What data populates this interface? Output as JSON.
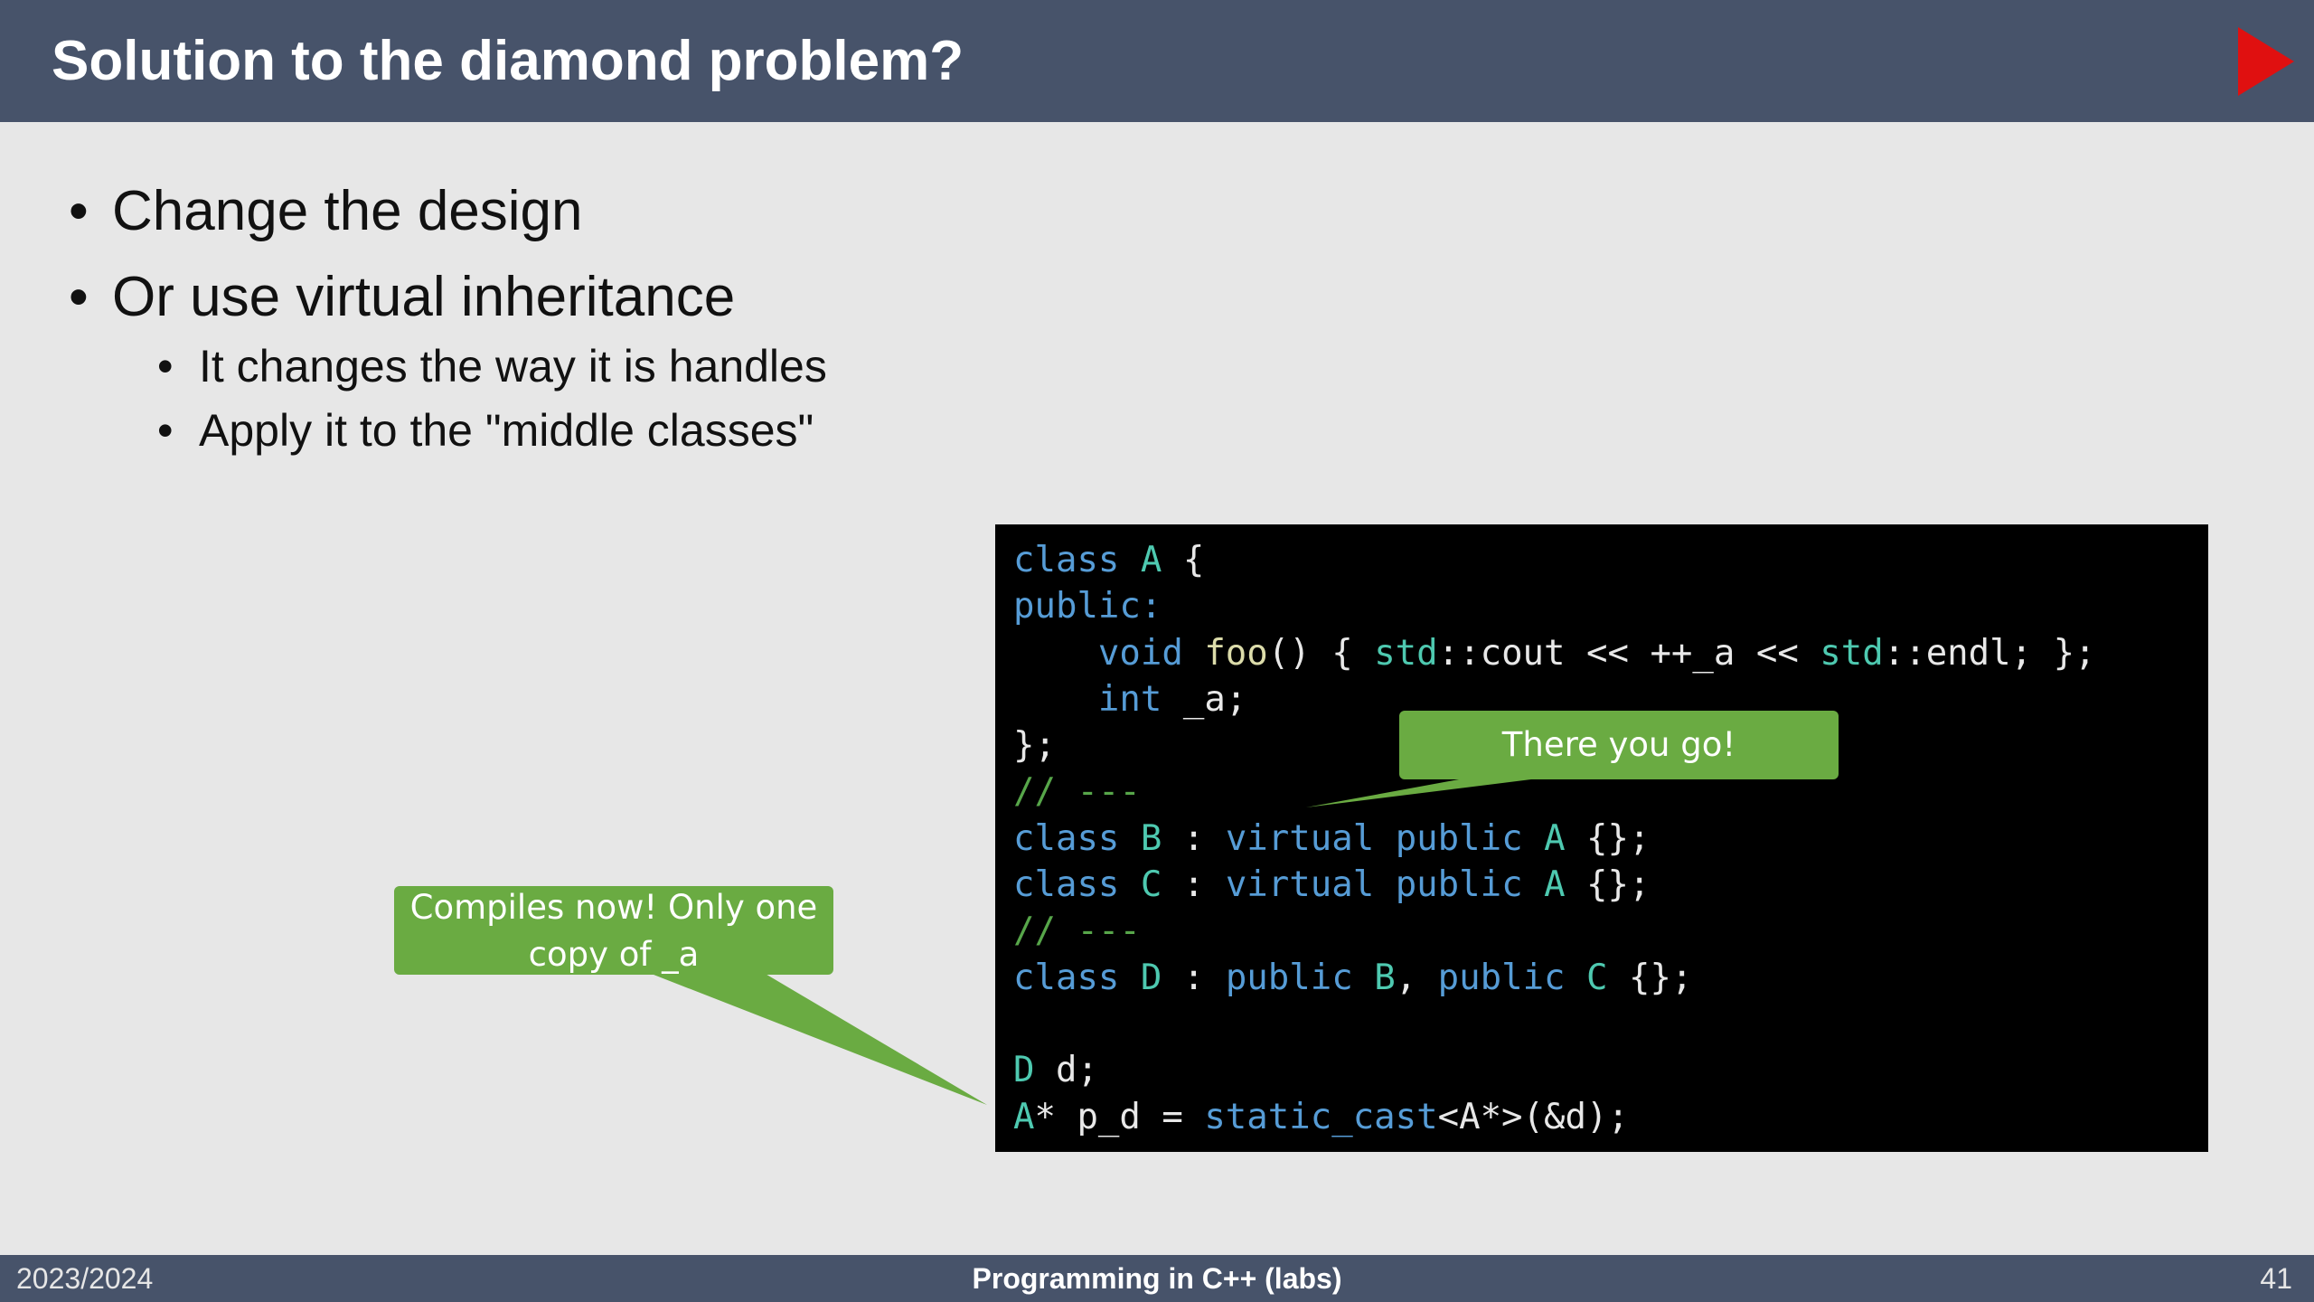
{
  "slide": {
    "title": "Solution to the diamond problem?",
    "bullets": [
      {
        "text": "Change the design"
      },
      {
        "text": "Or use virtual inheritance"
      }
    ],
    "sub_bullets": [
      {
        "text": "It changes the way it is handles"
      },
      {
        "text": "Apply it to the \"middle classes\""
      }
    ],
    "bullet_symbol": "•",
    "code_lines": [
      [
        {
          "t": "class",
          "c": "kw"
        },
        {
          "t": " ",
          "c": "tx"
        },
        {
          "t": "A",
          "c": "ty"
        },
        {
          "t": " {",
          "c": "tx"
        }
      ],
      [
        {
          "t": "public:",
          "c": "kw"
        }
      ],
      [
        {
          "t": "    ",
          "c": "tx"
        },
        {
          "t": "void",
          "c": "kw"
        },
        {
          "t": " ",
          "c": "tx"
        },
        {
          "t": "foo",
          "c": "fn"
        },
        {
          "t": "() { ",
          "c": "tx"
        },
        {
          "t": "std",
          "c": "ty"
        },
        {
          "t": "::cout << ++_a << ",
          "c": "tx"
        },
        {
          "t": "std",
          "c": "ty"
        },
        {
          "t": "::endl; };",
          "c": "tx"
        }
      ],
      [
        {
          "t": "    ",
          "c": "tx"
        },
        {
          "t": "int",
          "c": "kw"
        },
        {
          "t": " _a;",
          "c": "tx"
        }
      ],
      [
        {
          "t": "};",
          "c": "tx"
        }
      ],
      [
        {
          "t": "// ---",
          "c": "cm"
        }
      ],
      [
        {
          "t": "class",
          "c": "kw"
        },
        {
          "t": " ",
          "c": "tx"
        },
        {
          "t": "B",
          "c": "ty"
        },
        {
          "t": " : ",
          "c": "tx"
        },
        {
          "t": "virtual",
          "c": "kw"
        },
        {
          "t": " ",
          "c": "tx"
        },
        {
          "t": "public",
          "c": "kw"
        },
        {
          "t": " ",
          "c": "tx"
        },
        {
          "t": "A",
          "c": "ty"
        },
        {
          "t": " {};",
          "c": "tx"
        }
      ],
      [
        {
          "t": "class",
          "c": "kw"
        },
        {
          "t": " ",
          "c": "tx"
        },
        {
          "t": "C",
          "c": "ty"
        },
        {
          "t": " : ",
          "c": "tx"
        },
        {
          "t": "virtual",
          "c": "kw"
        },
        {
          "t": " ",
          "c": "tx"
        },
        {
          "t": "public",
          "c": "kw"
        },
        {
          "t": " ",
          "c": "tx"
        },
        {
          "t": "A",
          "c": "ty"
        },
        {
          "t": " {};",
          "c": "tx"
        }
      ],
      [
        {
          "t": "// ---",
          "c": "cm"
        }
      ],
      [
        {
          "t": "class",
          "c": "kw"
        },
        {
          "t": " ",
          "c": "tx"
        },
        {
          "t": "D",
          "c": "ty"
        },
        {
          "t": " : ",
          "c": "tx"
        },
        {
          "t": "public",
          "c": "kw"
        },
        {
          "t": " ",
          "c": "tx"
        },
        {
          "t": "B",
          "c": "ty"
        },
        {
          "t": ", ",
          "c": "tx"
        },
        {
          "t": "public",
          "c": "kw"
        },
        {
          "t": " ",
          "c": "tx"
        },
        {
          "t": "C",
          "c": "ty"
        },
        {
          "t": " {};",
          "c": "tx"
        }
      ],
      [],
      [
        {
          "t": "D",
          "c": "ty"
        },
        {
          "t": " d;",
          "c": "tx"
        }
      ],
      [
        {
          "t": "A",
          "c": "ty"
        },
        {
          "t": "* p_d = ",
          "c": "tx"
        },
        {
          "t": "static_cast",
          "c": "kw"
        },
        {
          "t": "<A*>(&d);",
          "c": "tx"
        }
      ]
    ],
    "callouts": [
      {
        "text": "There you go!"
      },
      {
        "text": "Compiles now! Only one copy of _a"
      }
    ]
  },
  "footer": {
    "left": "2023/2024",
    "center": "Programming in C++ (labs)",
    "right": "41"
  },
  "icons": {
    "play": "play-triangle-icon"
  },
  "colors": {
    "header_bg": "#47536a",
    "slide_bg": "#e7e7e7",
    "accent_red": "#e01010",
    "callout_green": "#6aab42",
    "code_bg": "#000000",
    "code_keyword": "#569cd6",
    "code_type": "#4ec9b0",
    "code_function": "#dcdcaa",
    "code_comment": "#57a64a"
  }
}
